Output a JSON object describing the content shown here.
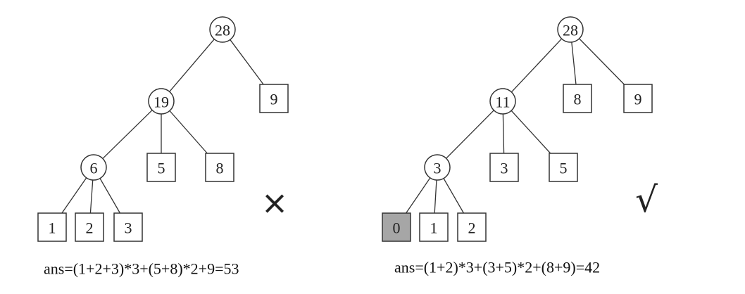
{
  "trees": [
    {
      "name": "left",
      "nodes": [
        {
          "id": "a",
          "label": "28",
          "shape": "circle"
        },
        {
          "id": "b",
          "label": "19",
          "shape": "circle",
          "parent": "a"
        },
        {
          "id": "c",
          "label": "9",
          "shape": "box",
          "parent": "a"
        },
        {
          "id": "d",
          "label": "6",
          "shape": "circle",
          "parent": "b"
        },
        {
          "id": "e",
          "label": "5",
          "shape": "box",
          "parent": "b"
        },
        {
          "id": "f",
          "label": "8",
          "shape": "box",
          "parent": "b"
        },
        {
          "id": "g",
          "label": "1",
          "shape": "box",
          "parent": "d"
        },
        {
          "id": "h",
          "label": "2",
          "shape": "box",
          "parent": "d"
        },
        {
          "id": "i",
          "label": "3",
          "shape": "box",
          "parent": "d"
        }
      ],
      "mark": "×",
      "formula": "ans=(1+2+3)*3+(5+8)*2+9=53"
    },
    {
      "name": "right",
      "nodes": [
        {
          "id": "a",
          "label": "28",
          "shape": "circle"
        },
        {
          "id": "b",
          "label": "11",
          "shape": "circle",
          "parent": "a"
        },
        {
          "id": "c",
          "label": "8",
          "shape": "box",
          "parent": "a"
        },
        {
          "id": "d",
          "label": "9",
          "shape": "box",
          "parent": "a"
        },
        {
          "id": "e",
          "label": "3",
          "shape": "circle",
          "parent": "b"
        },
        {
          "id": "f",
          "label": "3",
          "shape": "box",
          "parent": "b"
        },
        {
          "id": "g",
          "label": "5",
          "shape": "box",
          "parent": "b"
        },
        {
          "id": "h",
          "label": "0",
          "shape": "box",
          "parent": "e",
          "shaded": true
        },
        {
          "id": "i",
          "label": "1",
          "shape": "box",
          "parent": "e"
        },
        {
          "id": "j",
          "label": "2",
          "shape": "box",
          "parent": "e"
        }
      ],
      "mark": "√",
      "formula": "ans=(1+2)*3+(3+5)*2+(8+9)=42"
    }
  ],
  "colors": {
    "line": "#333333",
    "shaded_leaf": "#a6a6a6"
  }
}
